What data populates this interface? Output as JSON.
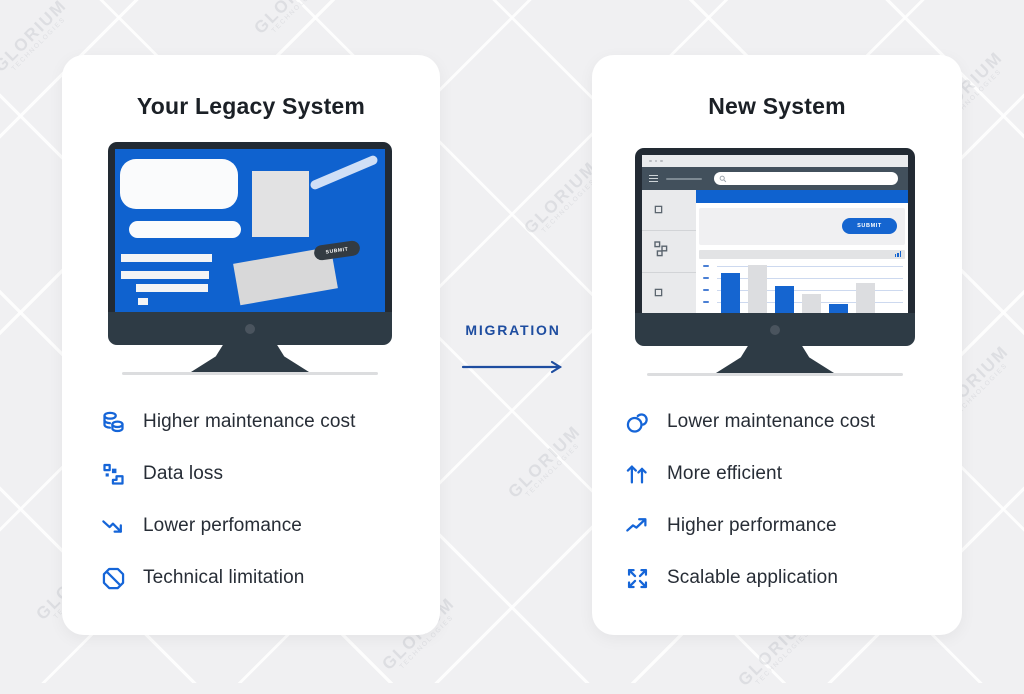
{
  "background": {
    "watermark_line1": "GLORIUM",
    "watermark_line2": "TECHNOLOGIES"
  },
  "colors": {
    "accent_blue": "#1565d8",
    "screen_blue": "#0f62cf",
    "migration_blue": "#1e4da0",
    "monitor_dark": "#2e3b45",
    "bezel_dark": "#222a33",
    "page_bg": "#f0f0f2"
  },
  "migration": {
    "label": "MIGRATION"
  },
  "legacy_card": {
    "title": "Your Legacy System",
    "screen": {
      "submit_label": "SUBMIT"
    },
    "items": [
      {
        "icon": "coins-icon",
        "label": "Higher maintenance cost"
      },
      {
        "icon": "broken-pixels-icon",
        "label": "Data loss"
      },
      {
        "icon": "trend-down-icon",
        "label": "Lower perfomance"
      },
      {
        "icon": "prohibited-icon",
        "label": "Technical limitation"
      }
    ]
  },
  "new_card": {
    "title": "New System",
    "screen": {
      "submit_label": "SUBMIT",
      "chart": {
        "type": "bar",
        "y_tick_count": 4,
        "bars": [
          {
            "color": "#1565d0",
            "height": 40
          },
          {
            "color": "#dcdde0",
            "height": 48
          },
          {
            "color": "#1565d0",
            "height": 27
          },
          {
            "color": "#dcdde0",
            "height": 19
          },
          {
            "color": "#1565d0",
            "height": 9
          },
          {
            "color": "#dcdde0",
            "height": 30
          }
        ]
      }
    },
    "items": [
      {
        "icon": "loop-circles-icon",
        "label": "Lower maintenance cost"
      },
      {
        "icon": "double-up-arrows-icon",
        "label": "More efficient"
      },
      {
        "icon": "trend-up-icon",
        "label": "Higher performance"
      },
      {
        "icon": "expand-arrows-icon",
        "label": "Scalable application"
      }
    ]
  }
}
